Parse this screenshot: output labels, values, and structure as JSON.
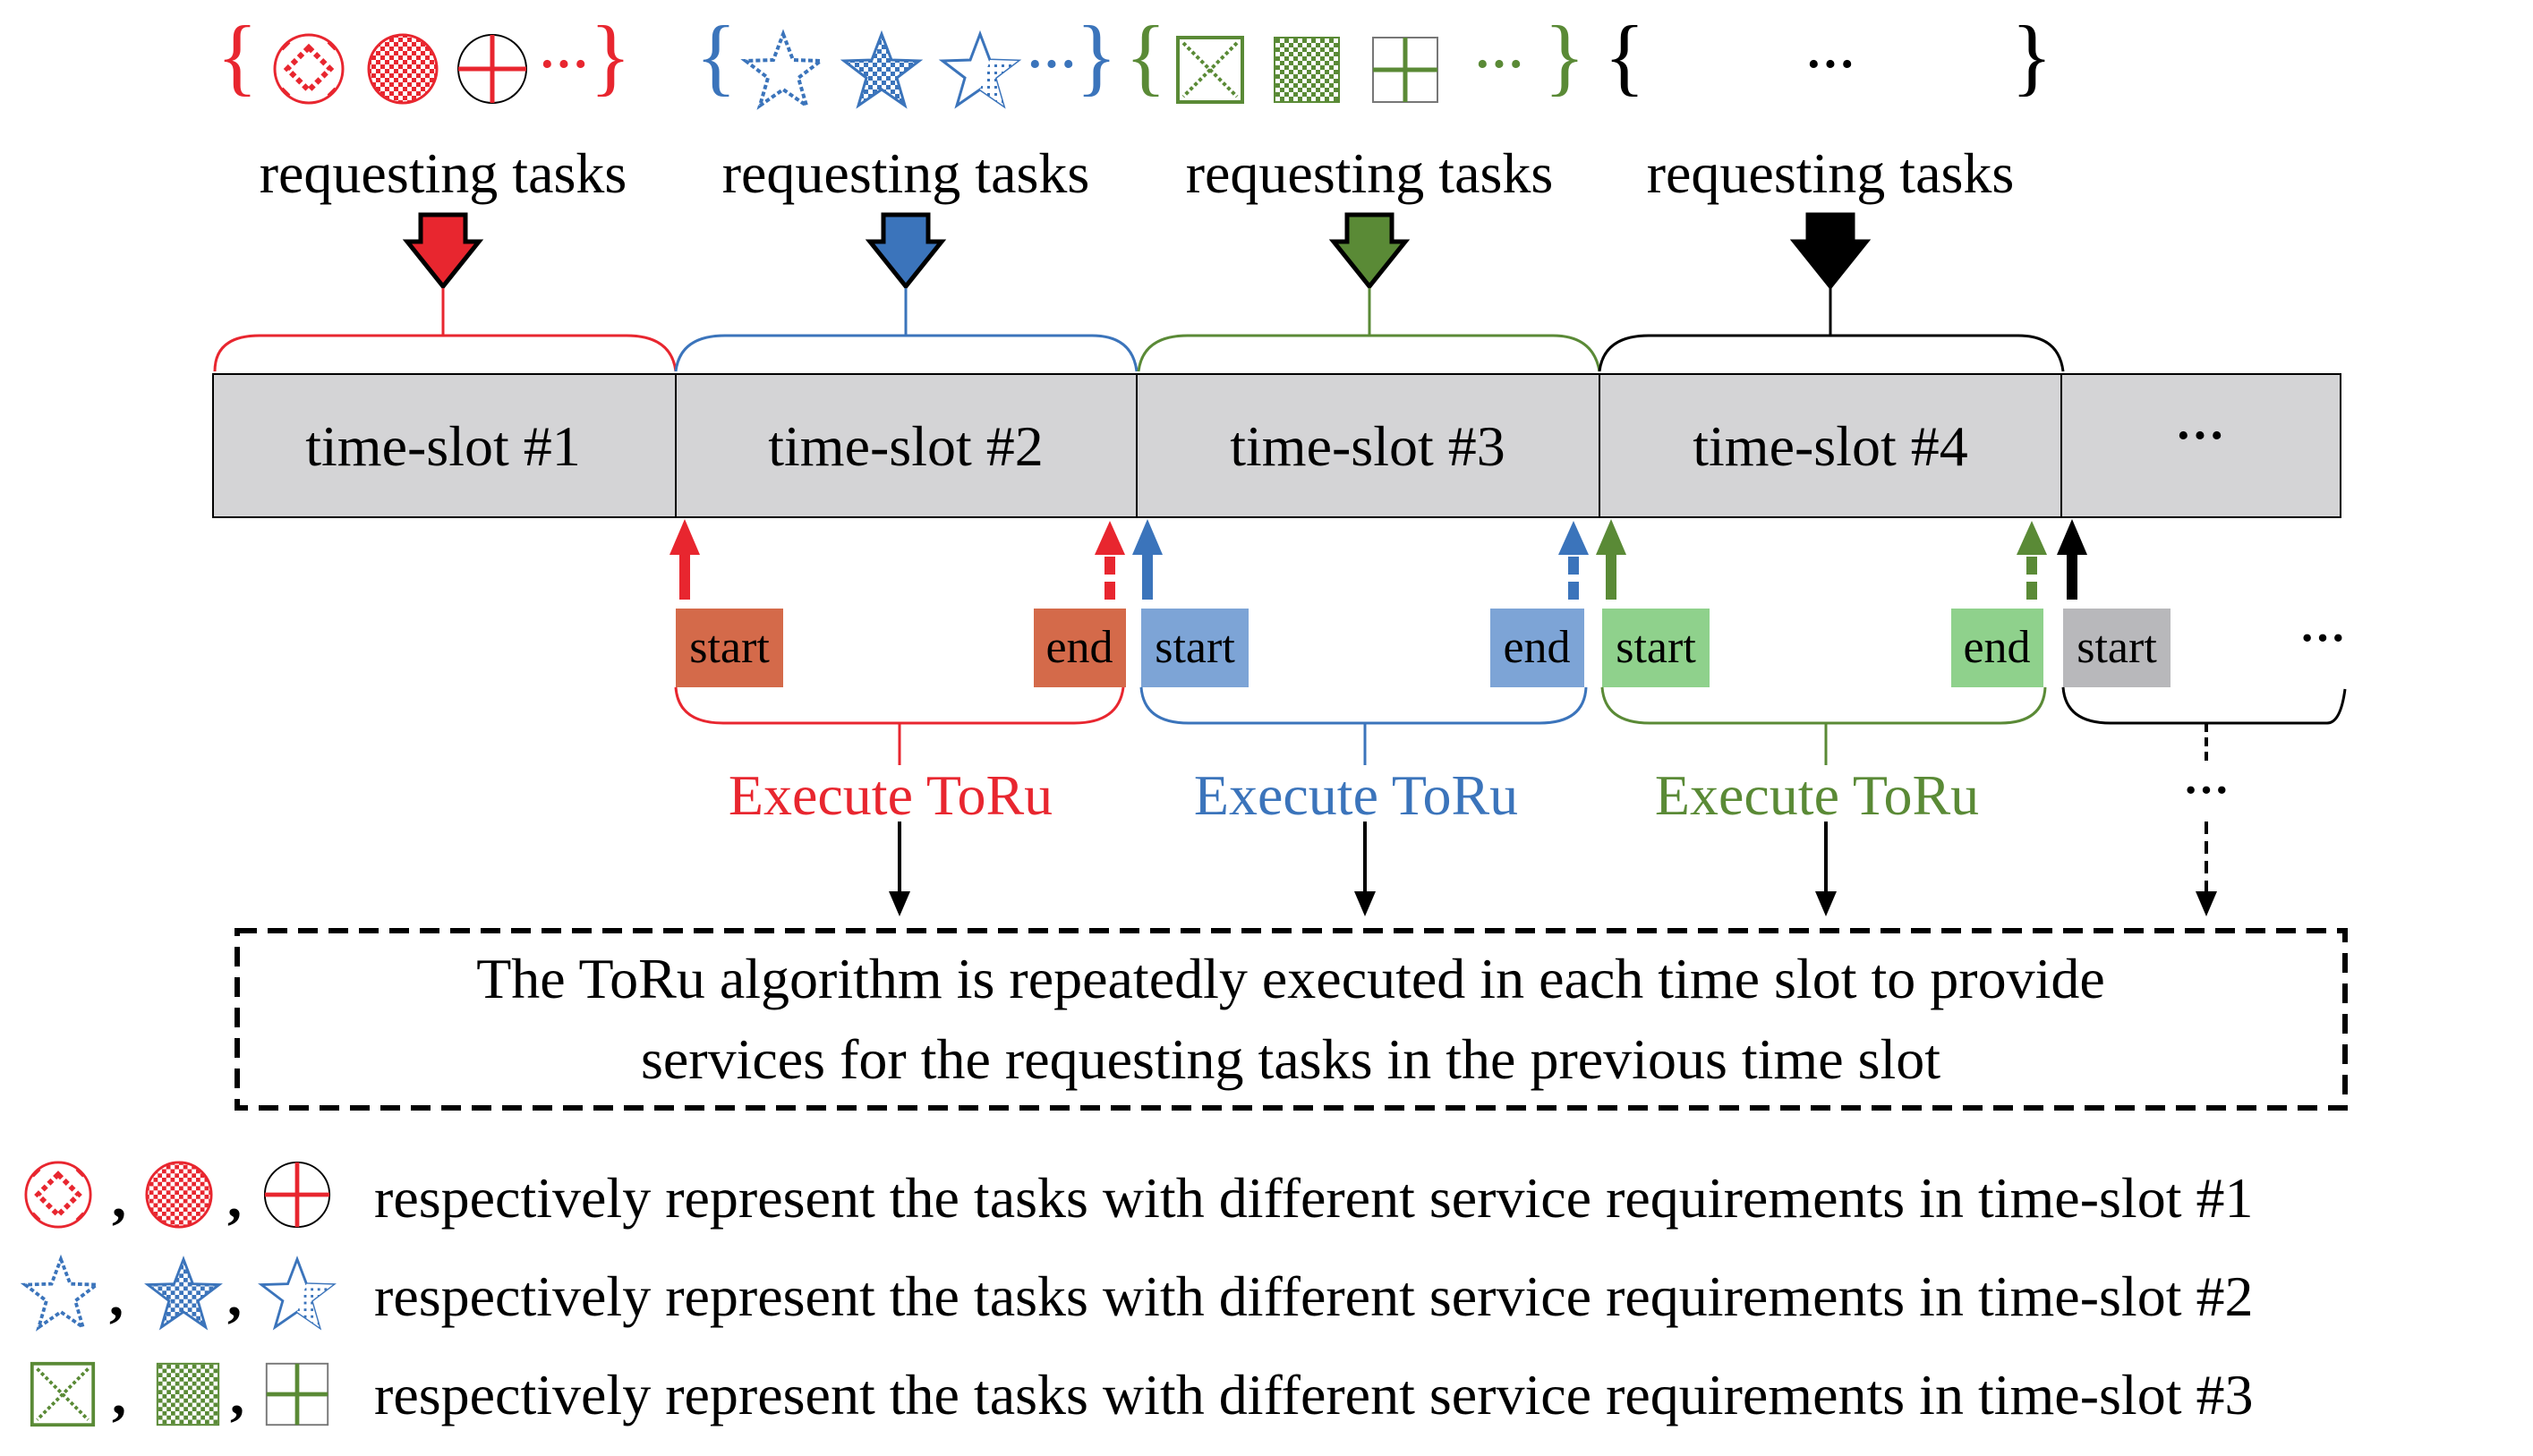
{
  "colors": {
    "red": "#e8262f",
    "blue": "#3b74bb",
    "green": "#5a8a36",
    "black": "#000000",
    "slot_fill": "#d4d4d6",
    "start_end_red": "#d46a4a",
    "start_end_blue": "#7da4d6",
    "start_end_green": "#8fd18c",
    "start_gray": "#b8b8bb"
  },
  "groups": [
    {
      "tasks_label": "requesting tasks",
      "ellipsis": "···",
      "color": "red",
      "icons": [
        "circle-diamond-icon",
        "circle-checker-icon",
        "circle-cross-icon"
      ]
    },
    {
      "tasks_label": "requesting tasks",
      "ellipsis": "···",
      "color": "blue",
      "icons": [
        "star-outline-icon",
        "star-checker-icon",
        "star-half-icon"
      ]
    },
    {
      "tasks_label": "requesting tasks",
      "ellipsis": "···",
      "color": "green",
      "icons": [
        "square-x-icon",
        "square-checker-icon",
        "square-cross-icon"
      ]
    },
    {
      "tasks_label": "requesting tasks",
      "ellipsis": "···",
      "color": "black",
      "icons": []
    }
  ],
  "timeline": {
    "slots": [
      "time-slot #1",
      "time-slot #2",
      "time-slot #3",
      "time-slot #4"
    ],
    "more": "···"
  },
  "executions": [
    {
      "start": "start",
      "end": "end",
      "label": "Execute ToRu",
      "color": "red"
    },
    {
      "start": "start",
      "end": "end",
      "label": "Execute ToRu",
      "color": "blue"
    },
    {
      "start": "start",
      "end": "end",
      "label": "Execute ToRu",
      "color": "green"
    },
    {
      "start": "start",
      "end": "···",
      "label": "···",
      "color": "black"
    }
  ],
  "note": {
    "line1": "The ToRu algorithm is repeatedly executed in each time slot to provide",
    "line2": "services for the requesting tasks in the previous time slot"
  },
  "legend": [
    {
      "separator1": ",",
      "separator2": ",",
      "text": "respectively represent the tasks with different service requirements in time-slot #1",
      "icons": [
        "circle-diamond-icon",
        "circle-checker-icon",
        "circle-cross-icon"
      ]
    },
    {
      "separator1": ",",
      "separator2": ",",
      "text": "respectively represent the tasks with different service requirements in time-slot #2",
      "icons": [
        "star-outline-icon",
        "star-checker-icon",
        "star-half-icon"
      ]
    },
    {
      "separator1": ",",
      "separator2": ",",
      "text": "respectively represent the tasks with different service requirements in time-slot #3",
      "icons": [
        "square-x-icon",
        "square-checker-icon",
        "square-cross-icon"
      ]
    }
  ]
}
